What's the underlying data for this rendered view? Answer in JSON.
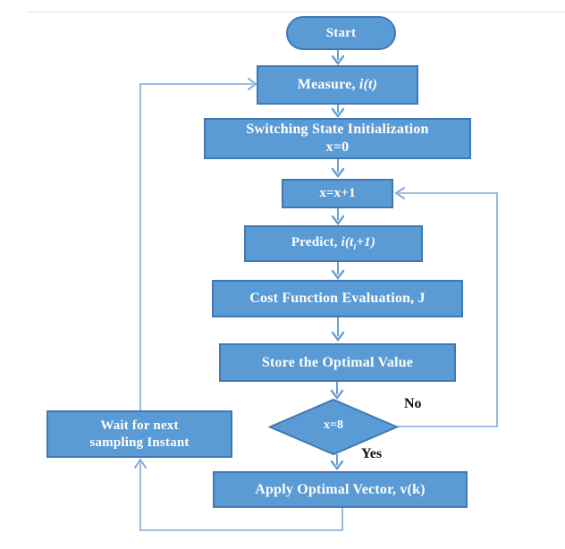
{
  "flowchart": {
    "nodes": {
      "start": {
        "label": "Start"
      },
      "measure": {
        "prefix": "Measure, ",
        "math": "i(t)"
      },
      "init": {
        "line1": "Switching State Initialization",
        "line2": "x=0"
      },
      "increment": {
        "label": "x=x+1"
      },
      "predict": {
        "prefix": "Predict, ",
        "math_open": "i(t",
        "math_sub": "i",
        "math_close": "+1)"
      },
      "cost": {
        "label": "Cost Function Evaluation, J"
      },
      "store": {
        "label": "Store the Optimal Value"
      },
      "decision": {
        "label": "x=8"
      },
      "apply": {
        "label": "Apply Optimal Vector, v(k)"
      },
      "wait": {
        "line1": "Wait for next",
        "line2": "sampling Instant"
      }
    },
    "edge_labels": {
      "no": "No",
      "yes": "Yes"
    },
    "colors": {
      "node_fill": "#5b9bd5",
      "node_border": "#4178b3",
      "arrow": "#669fd4",
      "loop_line": "#7fa8d9",
      "label_text": "#ffffff",
      "edge_label_text": "#111111"
    }
  }
}
